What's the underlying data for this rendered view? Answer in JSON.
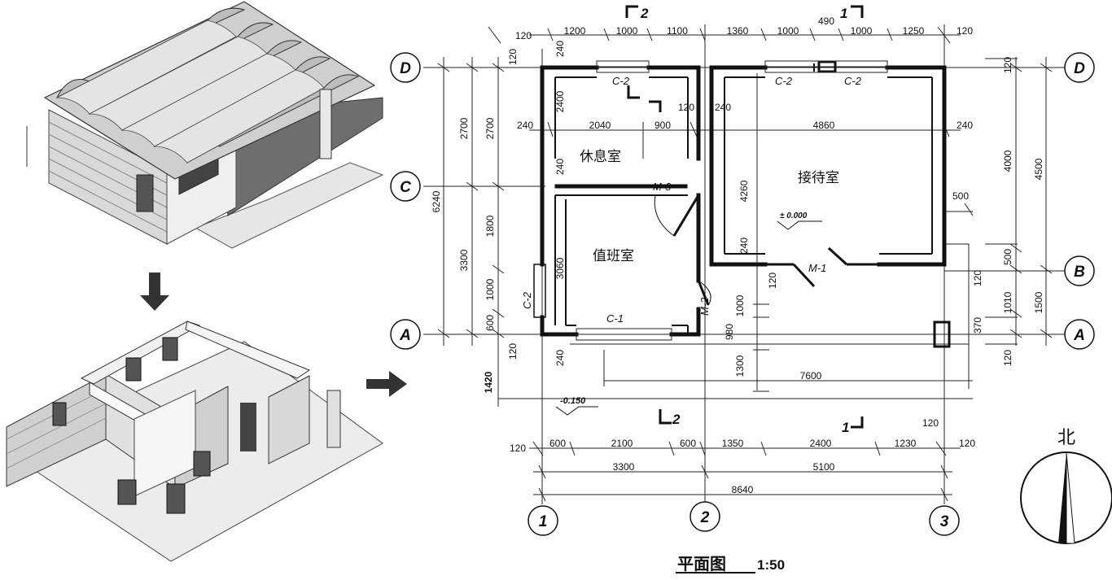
{
  "drawing": {
    "title": "平面图",
    "scale": "1:50",
    "north_label": "北",
    "axes": {
      "rows": [
        "D",
        "C",
        "B",
        "A"
      ],
      "cols": [
        "1",
        "2",
        "3"
      ]
    },
    "rooms": [
      "休息室",
      "接待室",
      "值班室"
    ],
    "openings": {
      "c2": "C-2",
      "c1": "C-1",
      "m1": "M-1",
      "m2": "M-2",
      "m3": "M-3"
    },
    "levels": {
      "floor": "± 0.000",
      "outside": "-0.150"
    },
    "sections": {
      "s1": "1",
      "s2": "2"
    },
    "dims": {
      "top": [
        "120",
        "1200",
        "1000",
        "1100",
        "1360",
        "1000",
        "490",
        "1000",
        "1250",
        "120"
      ],
      "mid_top": [
        "240",
        "2040",
        "900",
        "120",
        "240",
        "4860",
        "240"
      ],
      "bottom1": [
        "120",
        "600",
        "2100",
        "600",
        "1350",
        "2400",
        "1230",
        "120"
      ],
      "bottom2": [
        "3300",
        "5100"
      ],
      "bottom3": "8640",
      "left_outer": "6240",
      "left_second": [
        "2700",
        "3300"
      ],
      "left_third": [
        "2700",
        "1800",
        "1000",
        "600"
      ],
      "left_inner": [
        "2400",
        "3060",
        "240",
        "240",
        "120",
        "120"
      ],
      "left_misc": [
        "1420",
        "C-2"
      ],
      "right_inner": [
        "4000",
        "500",
        "1010",
        "370",
        "120",
        "120"
      ],
      "right_outer": [
        "4500",
        "1500"
      ],
      "center": [
        "4260",
        "240",
        "1000",
        "980",
        "1300",
        "120"
      ],
      "side": [
        "500",
        "7600"
      ]
    }
  }
}
